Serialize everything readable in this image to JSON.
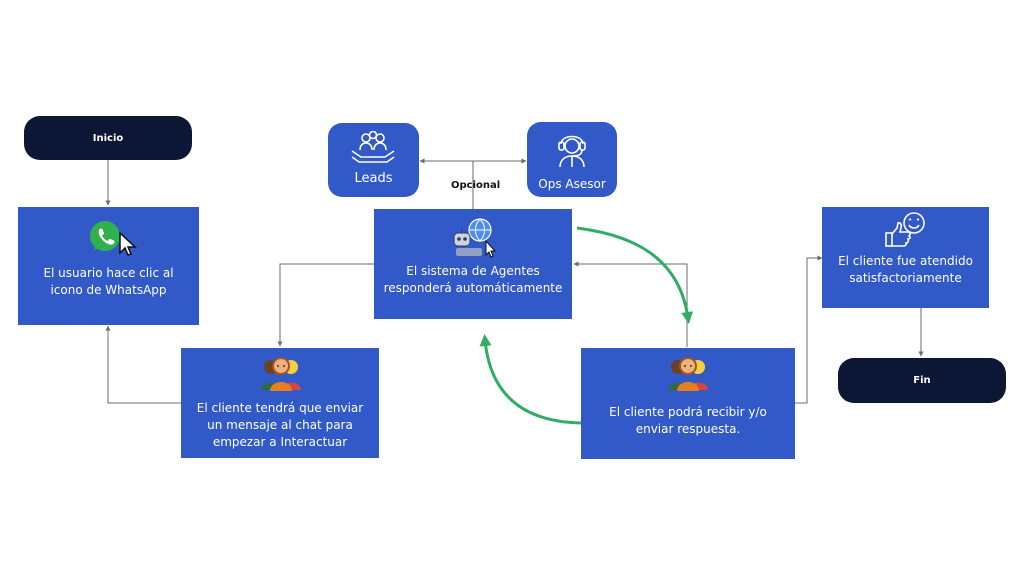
{
  "colors": {
    "box_blue": "#3159c7",
    "terminal_dark": "#0c1635",
    "connector_gray": "#6b6b6b",
    "loop_green": "#2fae63"
  },
  "nodes": {
    "start": {
      "label": "Inicio"
    },
    "whatsapp_click": {
      "label": "El usuario hace clic al icono de WhatsApp",
      "icon": "whatsapp-icon"
    },
    "client_send": {
      "label": "El cliente tendrá que enviar un mensaje al chat para empezar a Interactuar",
      "icon": "people-group-icon"
    },
    "agents_system": {
      "label": "El sistema de Agentes responderá automáticamente",
      "icon": "robot-globe-icon"
    },
    "client_response": {
      "label": "El cliente podrá recibir y/o enviar respuesta.",
      "icon": "people-group-icon"
    },
    "leads": {
      "label": "Leads",
      "icon": "hands-people-icon"
    },
    "ops_asesor": {
      "label": "Ops Asesor",
      "icon": "headset-agent-icon"
    },
    "satisfied": {
      "label": "El cliente fue atendido satisfactoriamente",
      "icon": "thumbs-up-smile-icon"
    },
    "end": {
      "label": "Fin"
    }
  },
  "annotations": {
    "optional": "Opcional"
  }
}
